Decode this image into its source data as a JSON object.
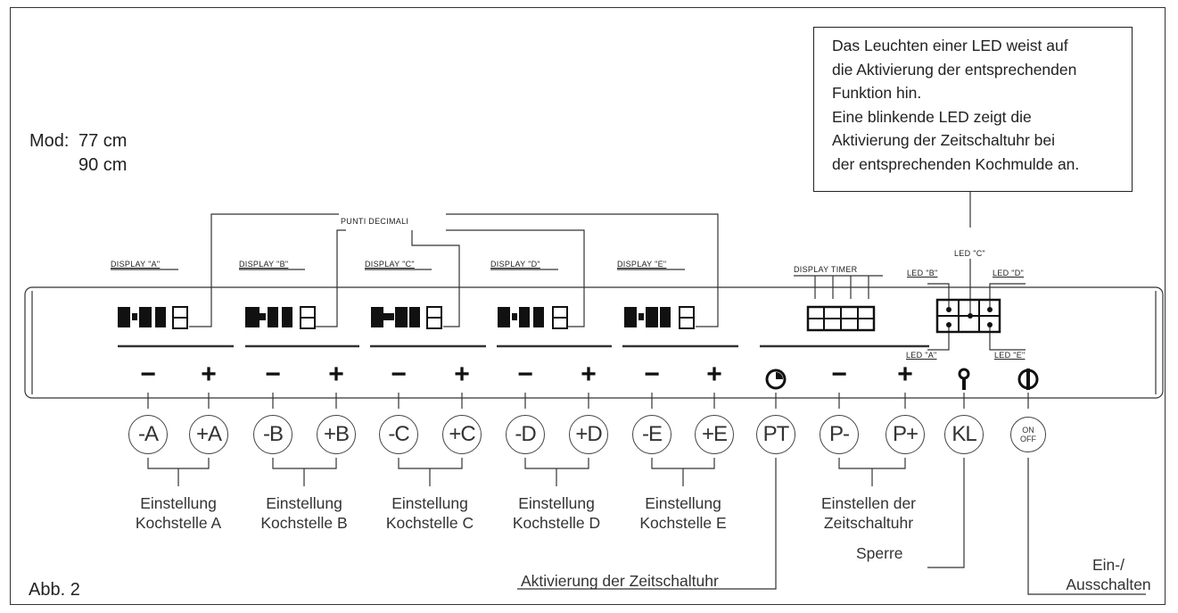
{
  "model": {
    "label": "Mod:",
    "sizes": [
      "77 cm",
      "90 cm"
    ]
  },
  "figure_label": "Abb. 2",
  "note": {
    "lines": [
      "Das Leuchten einer LED weist auf",
      "die Aktivierung der entsprechenden",
      "Funktion hin.",
      "Eine blinkende LED zeigt die",
      "Aktivierung der Zeitschaltuhr bei",
      "der entsprechenden Kochmulde an."
    ]
  },
  "decimal_points_label": "PUNTI DECIMALI",
  "displays": [
    "DISPLAY \"A\"",
    "DISPLAY \"B\"",
    "DISPLAY \"C\"",
    "DISPLAY \"D\"",
    "DISPLAY \"E\""
  ],
  "display_timer": "DISPLAY TIMER",
  "leds": {
    "a": "LED \"A\"",
    "b": "LED \"B\"",
    "c": "LED \"C\"",
    "d": "LED \"D\"",
    "e": "LED \"E\""
  },
  "symbols": {
    "minus": "−",
    "plus": "+"
  },
  "buttons": [
    "-A",
    "+A",
    "-B",
    "+B",
    "-C",
    "+C",
    "-D",
    "+D",
    "-E",
    "+E",
    "PT",
    "P-",
    "P+",
    "KL"
  ],
  "onoff": [
    "ON",
    "OFF"
  ],
  "groups": [
    [
      "Einstellung",
      "Kochstelle A"
    ],
    [
      "Einstellung",
      "Kochstelle B"
    ],
    [
      "Einstellung",
      "Kochstelle C"
    ],
    [
      "Einstellung",
      "Kochstelle D"
    ],
    [
      "Einstellung",
      "Kochstelle E"
    ]
  ],
  "timer_setting": [
    "Einstellen der",
    "Zeitschaltuhr"
  ],
  "lock_label": "Sperre",
  "timer_activation_label": "Aktivierung der Zeitschaltuhr",
  "onoff_label": [
    "Ein-/",
    "Ausschalten"
  ]
}
